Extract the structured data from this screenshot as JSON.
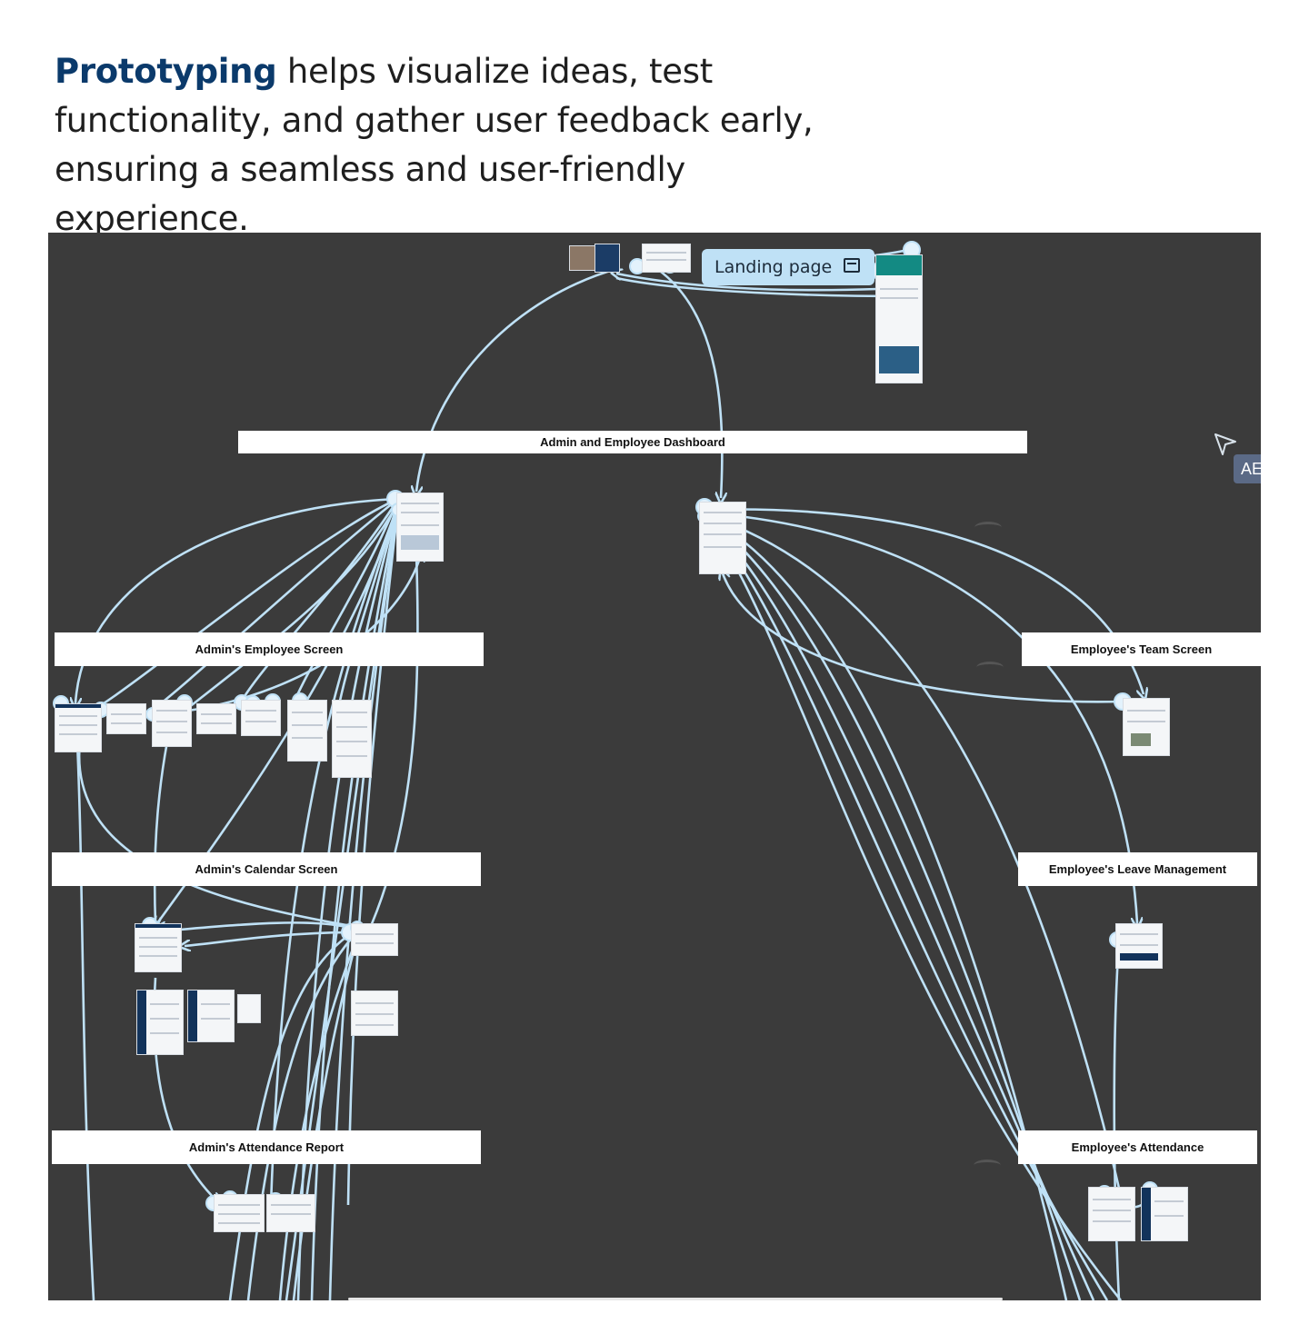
{
  "intro": {
    "keyword": "Prototyping",
    "text": " helps visualize ideas, test functionality, and gather user feedback early, ensuring a seamless and user-friendly experience."
  },
  "canvas": {
    "landing_label": "Landing page",
    "collaborator_tag": "AE",
    "sections": {
      "dashboard": "Admin and Employee Dashboard",
      "admin_employee": "Admin's Employee Screen",
      "employee_team": "Employee's Team Screen",
      "admin_calendar": "Admin's Calendar Screen",
      "employee_leave": "Employee's Leave Management",
      "admin_attendance": "Admin's Attendance Report",
      "employee_attendance": "Employee's Attendance"
    }
  },
  "colors": {
    "canvas_bg": "#3b3b3b",
    "flow_line": "#bfe1f6",
    "keyword": "#0b3a6b"
  },
  "icons": [
    "frame-icon",
    "cursor-icon"
  ]
}
